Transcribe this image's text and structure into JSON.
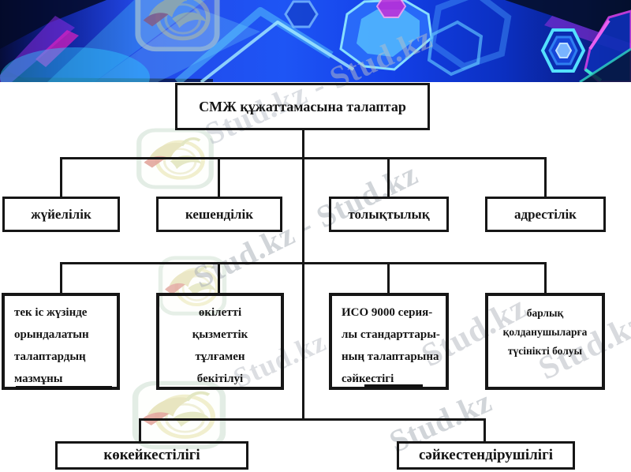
{
  "brand": {
    "name": "Stud.kz",
    "pair": "Stud.kz - Stud.kz"
  },
  "diagram": {
    "title": "СМЖ құжаттамасына талаптар",
    "level1": [
      {
        "label": "жүйелілік"
      },
      {
        "label": "кешенділік"
      },
      {
        "label": "толықтылық"
      },
      {
        "label": "адрестілік"
      }
    ],
    "level2": [
      {
        "lines": [
          "тек іс жүзінде",
          "орындалатын",
          "талаптардың",
          "мазмұны"
        ]
      },
      {
        "lines": [
          "өкілетті",
          "қызметтік",
          "тұлғамен",
          "бекітілуі"
        ]
      },
      {
        "lines": [
          "ИСО 9000 серия-",
          "лы стандарттары-",
          "ның талаптарына",
          "сәйкестігі"
        ]
      },
      {
        "lines": [
          "барлық",
          "қолданушыларға",
          "түсінікті болуы"
        ]
      }
    ],
    "level3": [
      {
        "label": "көкейкестілігі"
      },
      {
        "label": "сәйкестендірушілігі"
      }
    ]
  },
  "colors": {
    "line": "#161616",
    "text": "#141414",
    "watermark": "#a9afb8",
    "header_blue": "#1e4cf0",
    "header_cyan": "#55d8ff",
    "header_purple": "#8a2be2",
    "header_magenta": "#e020c0",
    "header_dark": "#04102e"
  }
}
